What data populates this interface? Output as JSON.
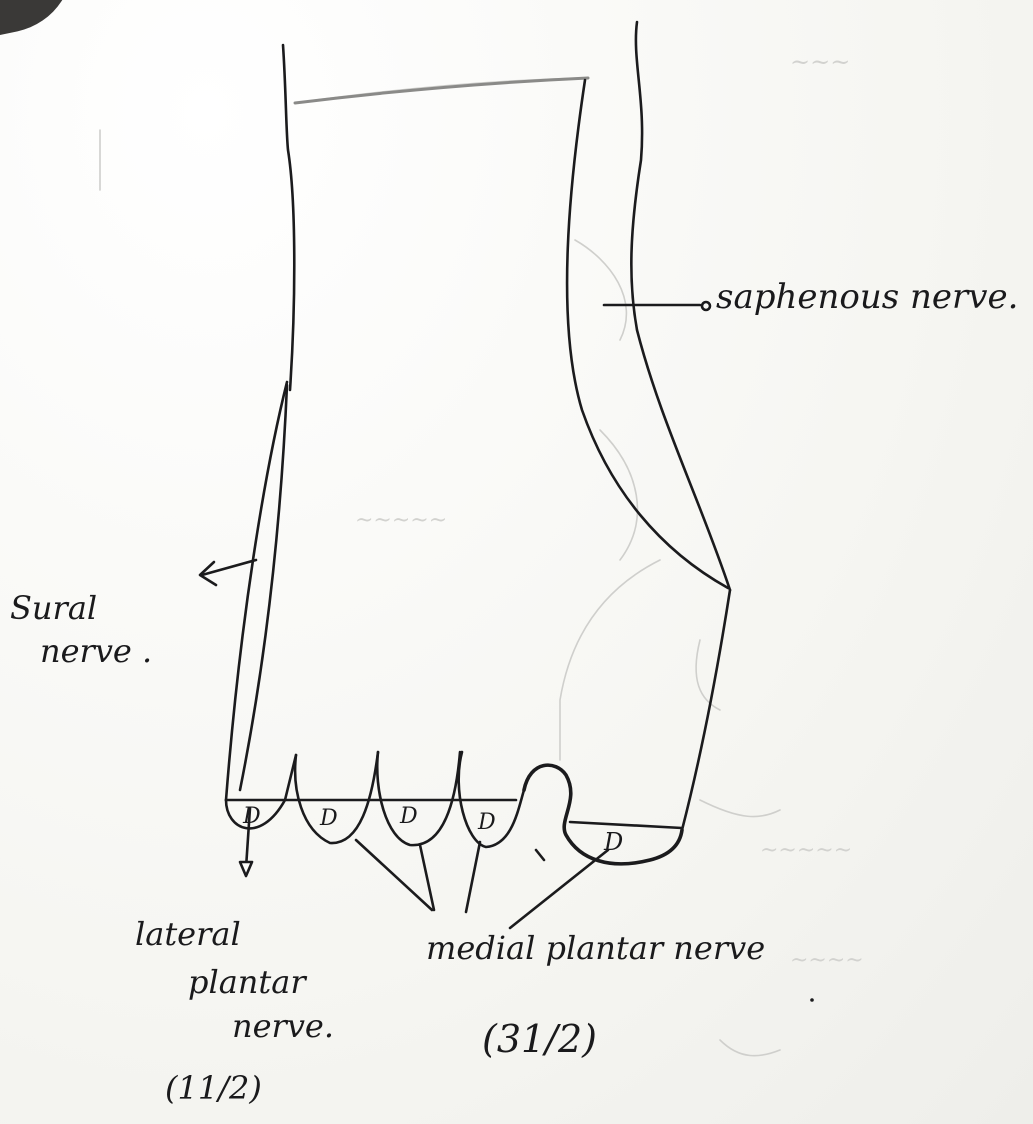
{
  "labels": {
    "saphenous": "saphenous nerve.",
    "sural_line1": "Sural",
    "sural_line2": "nerve .",
    "lateral_line1": "lateral",
    "lateral_line2": "plantar",
    "lateral_line3": "nerve.",
    "lateral_count": "(11/2)",
    "medial": "medial plantar nerve",
    "medial_count": "(31/2)",
    "toe_marks": [
      "D",
      "D",
      "D",
      "D",
      "D"
    ]
  },
  "ink_color": "#1b1b1d"
}
